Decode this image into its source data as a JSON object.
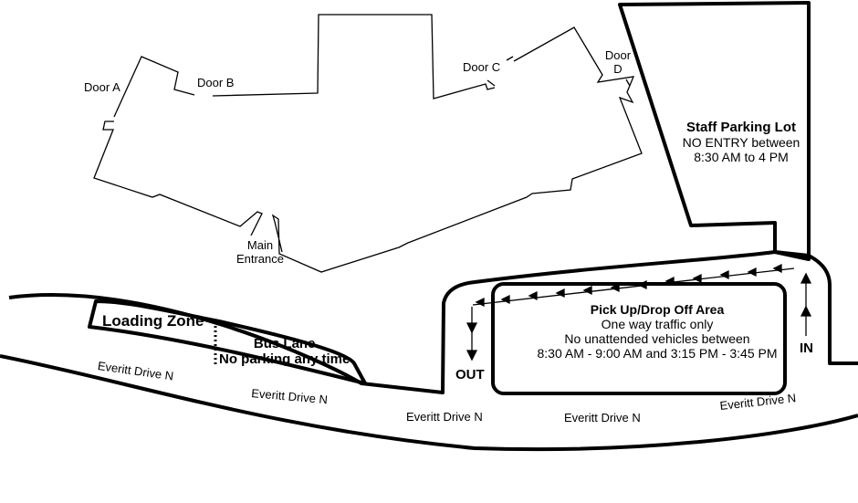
{
  "doors": {
    "a": "Door A",
    "b": "Door B",
    "c": "Door C",
    "d_line1": "Door",
    "d_line2": "D"
  },
  "main_entrance": {
    "line1": "Main",
    "line2": "Entrance"
  },
  "staff_lot": {
    "title": "Staff Parking Lot",
    "line1": "NO ENTRY between",
    "line2": "8:30 AM to 4 PM"
  },
  "pickup_area": {
    "title": "Pick Up/Drop Off Area",
    "line1": "One way traffic only",
    "line2": "No unattended vehicles between",
    "line3": "8:30 AM - 9:00 AM and 3:15 PM - 3:45 PM"
  },
  "loading_zone": "Loading Zone",
  "bus_lane": {
    "line1": "Bus Lane",
    "line2": "No parking any time"
  },
  "flow": {
    "out": "OUT",
    "in": "IN"
  },
  "street_labels": [
    "Everitt Drive N",
    "Everitt Drive N",
    "Everitt Drive N",
    "Everitt Drive N",
    "Everitt Drive N"
  ]
}
